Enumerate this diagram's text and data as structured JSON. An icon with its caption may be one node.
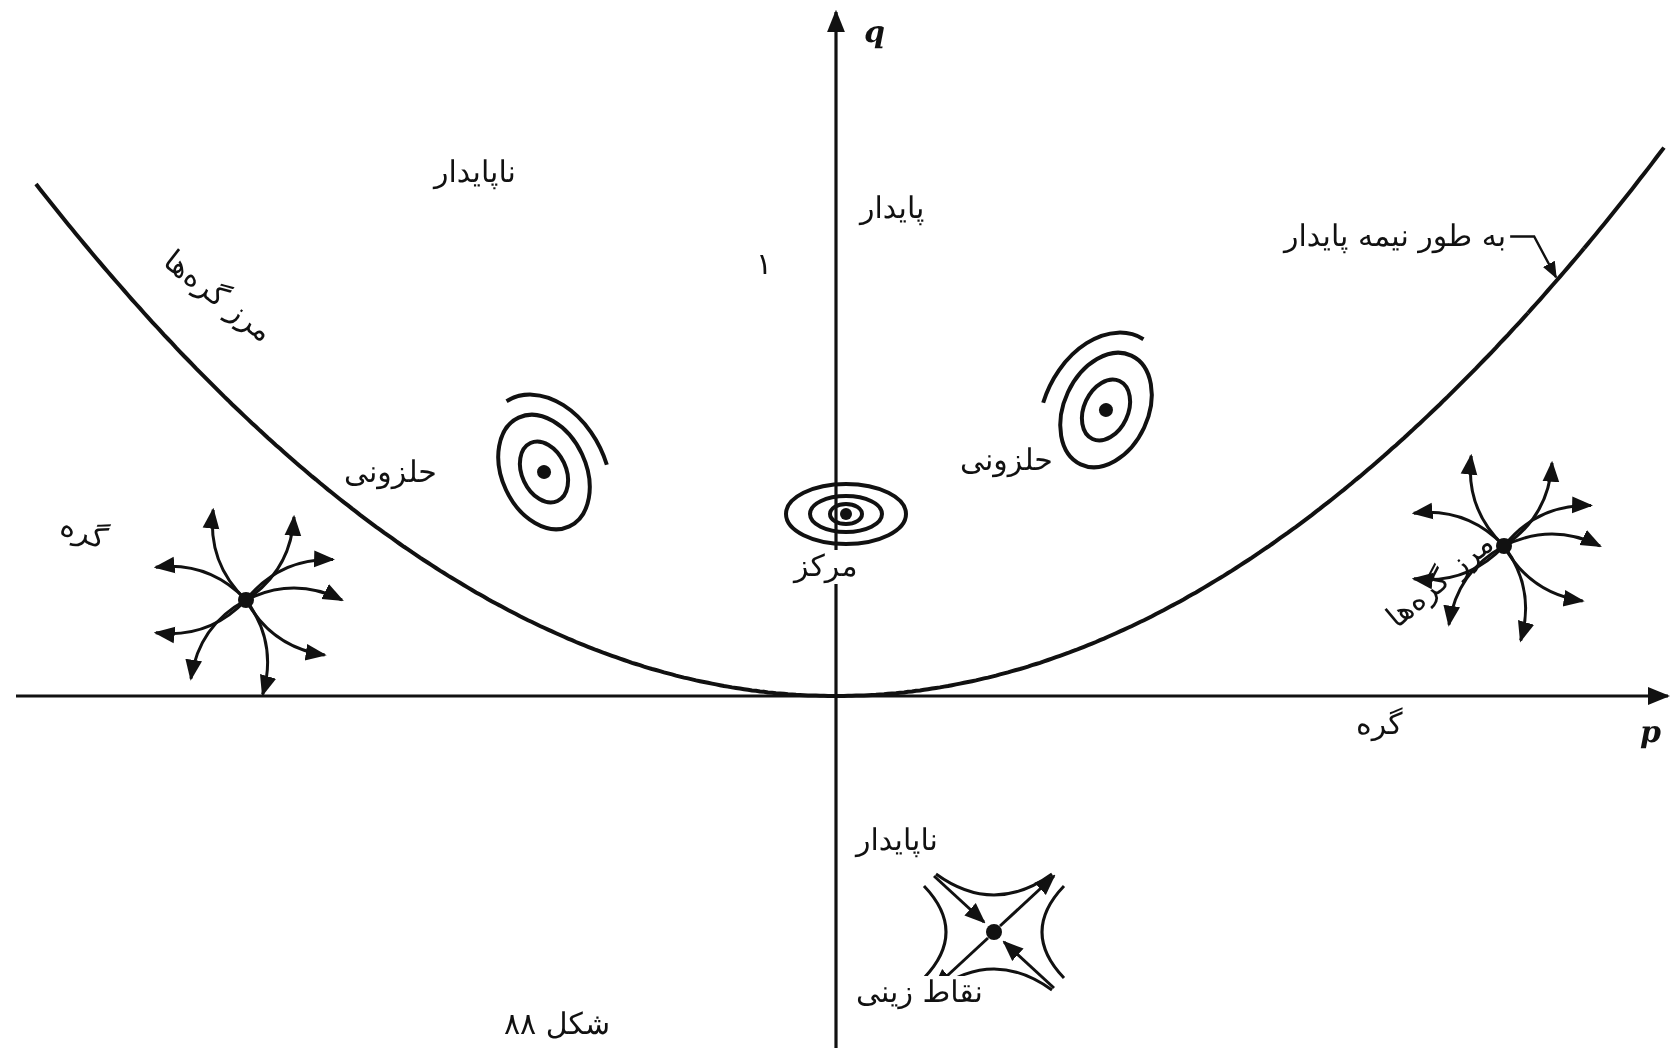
{
  "diagram": {
    "caption": "شکل ۸۸",
    "nodes": [
      {
        "text": [
          "به طور نیمه پایدار"
        ]
      },
      {
        "text": [],
        "shape": "curve"
      }
    ],
    "edges": [
      {
        "from": 0,
        "to": 1,
        "arrow": "to"
      }
    ],
    "labels": [
      "q",
      "ناپایدار",
      "پایدار",
      "۱",
      "مرز گره‌ها",
      "حلزونی",
      "مرکز",
      "حلزونی",
      "گره",
      "مرز گره‌ها",
      "گره",
      "p",
      "ناپایدار",
      "نقاط زینی"
    ]
  }
}
